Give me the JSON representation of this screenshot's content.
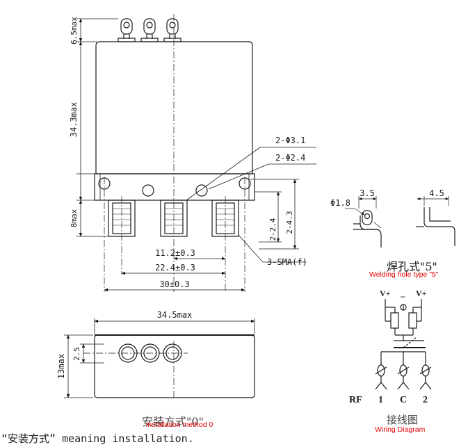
{
  "front_view": {
    "dim_top_height": "6.5max",
    "dim_body_height": "34.3max",
    "dim_connector_height": "8max",
    "dim_hole_big": "2-Φ3.1",
    "dim_hole_small": "2-Φ2.4",
    "dim_spacing_1": "11.2±0.3",
    "dim_spacing_2": "22.4±0.3",
    "dim_spacing_3": "30±0.3",
    "dim_side_1": "2-2.4",
    "dim_side_2": "2-4.3",
    "connector_label": "3-SMA(f)"
  },
  "bottom_view": {
    "dim_width": "34.5max",
    "dim_height": "13max",
    "dim_pitch": "2.5"
  },
  "welding_detail": {
    "dim_phi": "Φ1.8",
    "dim_a": "3.5",
    "dim_b": "4.5",
    "title_cn": "焊孔式\"5\"",
    "title_en": "Welding hole type \"5\""
  },
  "wiring": {
    "v_plus_left": "V+",
    "minus": "–",
    "v_plus_right": "V+",
    "rf_label": "RF",
    "port_1": "1",
    "port_c": "C",
    "port_2": "2",
    "title_cn": "接线图",
    "title_en": "Wiring Diagram"
  },
  "install": {
    "title_cn": "安装方式\"0\"",
    "title_en": "installation method 0"
  },
  "footnote": "“安装方式” meaning installation."
}
